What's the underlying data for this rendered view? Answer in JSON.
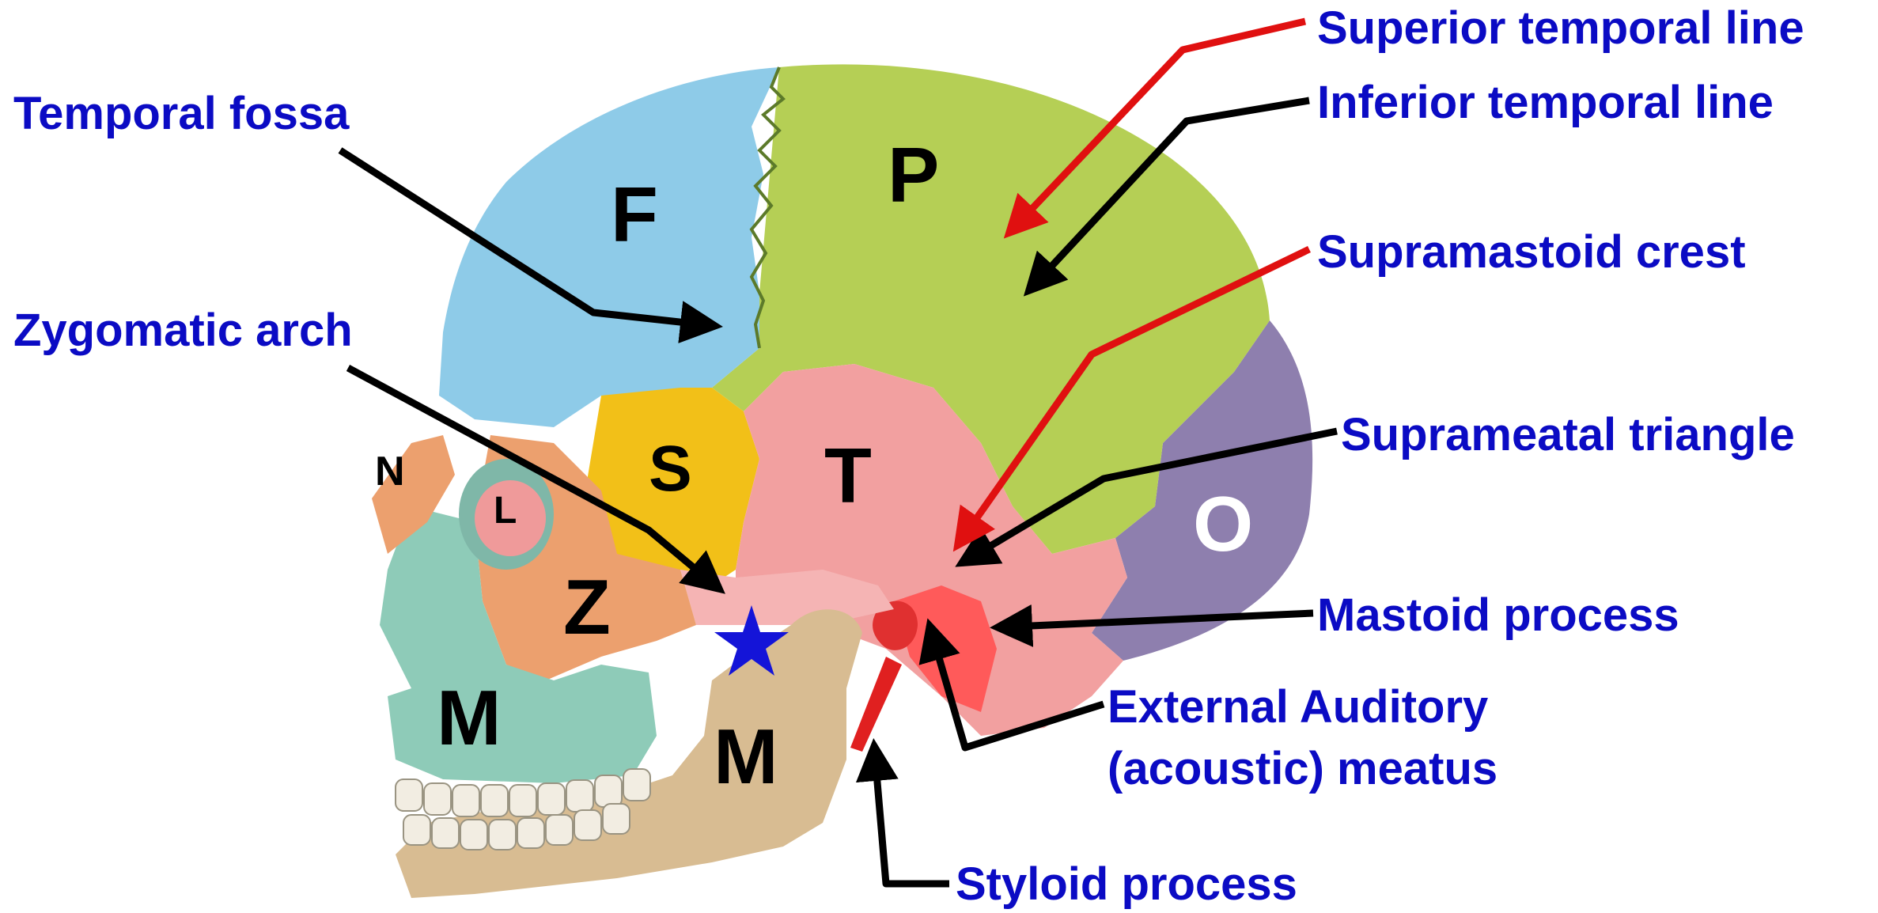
{
  "labels": {
    "superior_temporal_line": "Superior temporal line",
    "inferior_temporal_line": "Inferior temporal line",
    "temporal_fossa": "Temporal fossa",
    "supramastoid_crest": "Supramastoid crest",
    "zygomatic_arch": "Zygomatic arch",
    "suprameatal_triangle": "Suprameatal triangle",
    "mastoid_process": "Mastoid process",
    "external_auditory_line1": "External Auditory",
    "external_auditory_line2": "(acoustic) meatus",
    "styloid_process": "Styloid process"
  },
  "bones": {
    "frontal": "F",
    "parietal": "P",
    "sphenoid": "S",
    "temporal": "T",
    "occipital": "O",
    "zygomatic": "Z",
    "maxilla": "M",
    "mandible": "M",
    "nasal": "N",
    "lacrimal": "L"
  },
  "colors": {
    "label_text": "#0b0bc4",
    "arrow_black": "#000000",
    "arrow_red": "#e01010",
    "frontal": "#8ecbe8",
    "parietal": "#b5cf55",
    "sphenoid": "#f2c018",
    "temporal": "#f2a0a0",
    "occipital": "#8e7fae",
    "zygomatic": "#eca06e",
    "maxilla": "#8ecbb8",
    "mandible": "#d8bc92",
    "star": "#1414d8"
  }
}
